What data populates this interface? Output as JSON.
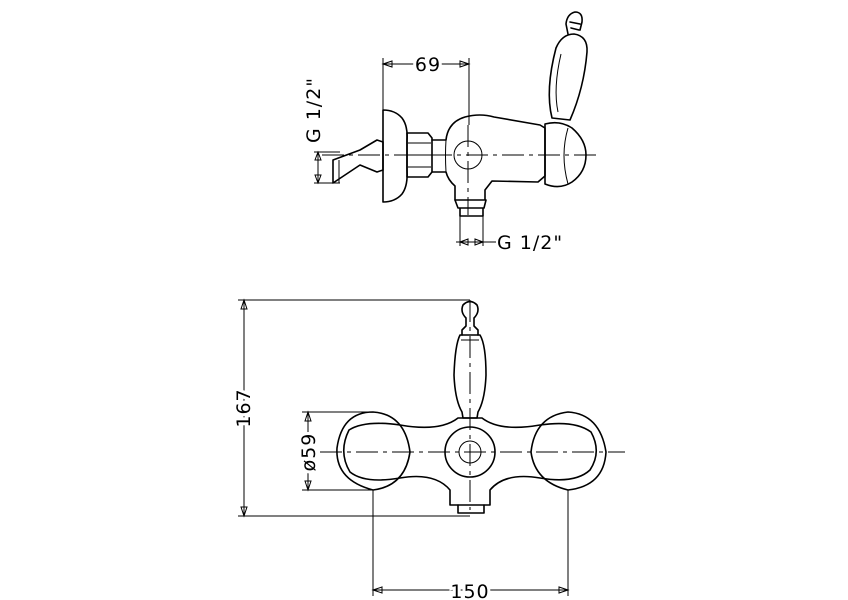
{
  "drawing": {
    "side_view": {
      "dim_width": "69",
      "thread_inlet": "G 1/2\"",
      "thread_outlet": "G 1/2\""
    },
    "front_view": {
      "dim_height": "167",
      "dim_diameter": "ø59",
      "dim_width": "150"
    }
  }
}
